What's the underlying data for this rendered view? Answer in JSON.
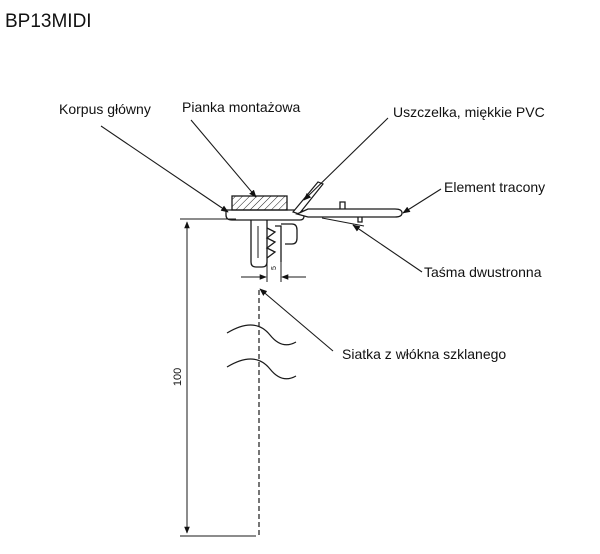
{
  "title": "BP13MIDI",
  "labels": {
    "korpus": "Korpus główny",
    "pianka": "Pianka montażowa",
    "uszczelka": "Uszczelka, miękkie PVC",
    "element": "Element tracony",
    "tasma": "Taśma dwustronna",
    "siatka": "Siatka z włókna szklanego"
  },
  "dimensions": {
    "height": "100",
    "width": "5"
  },
  "colors": {
    "line": "#1a1a1a",
    "background": "#ffffff"
  }
}
